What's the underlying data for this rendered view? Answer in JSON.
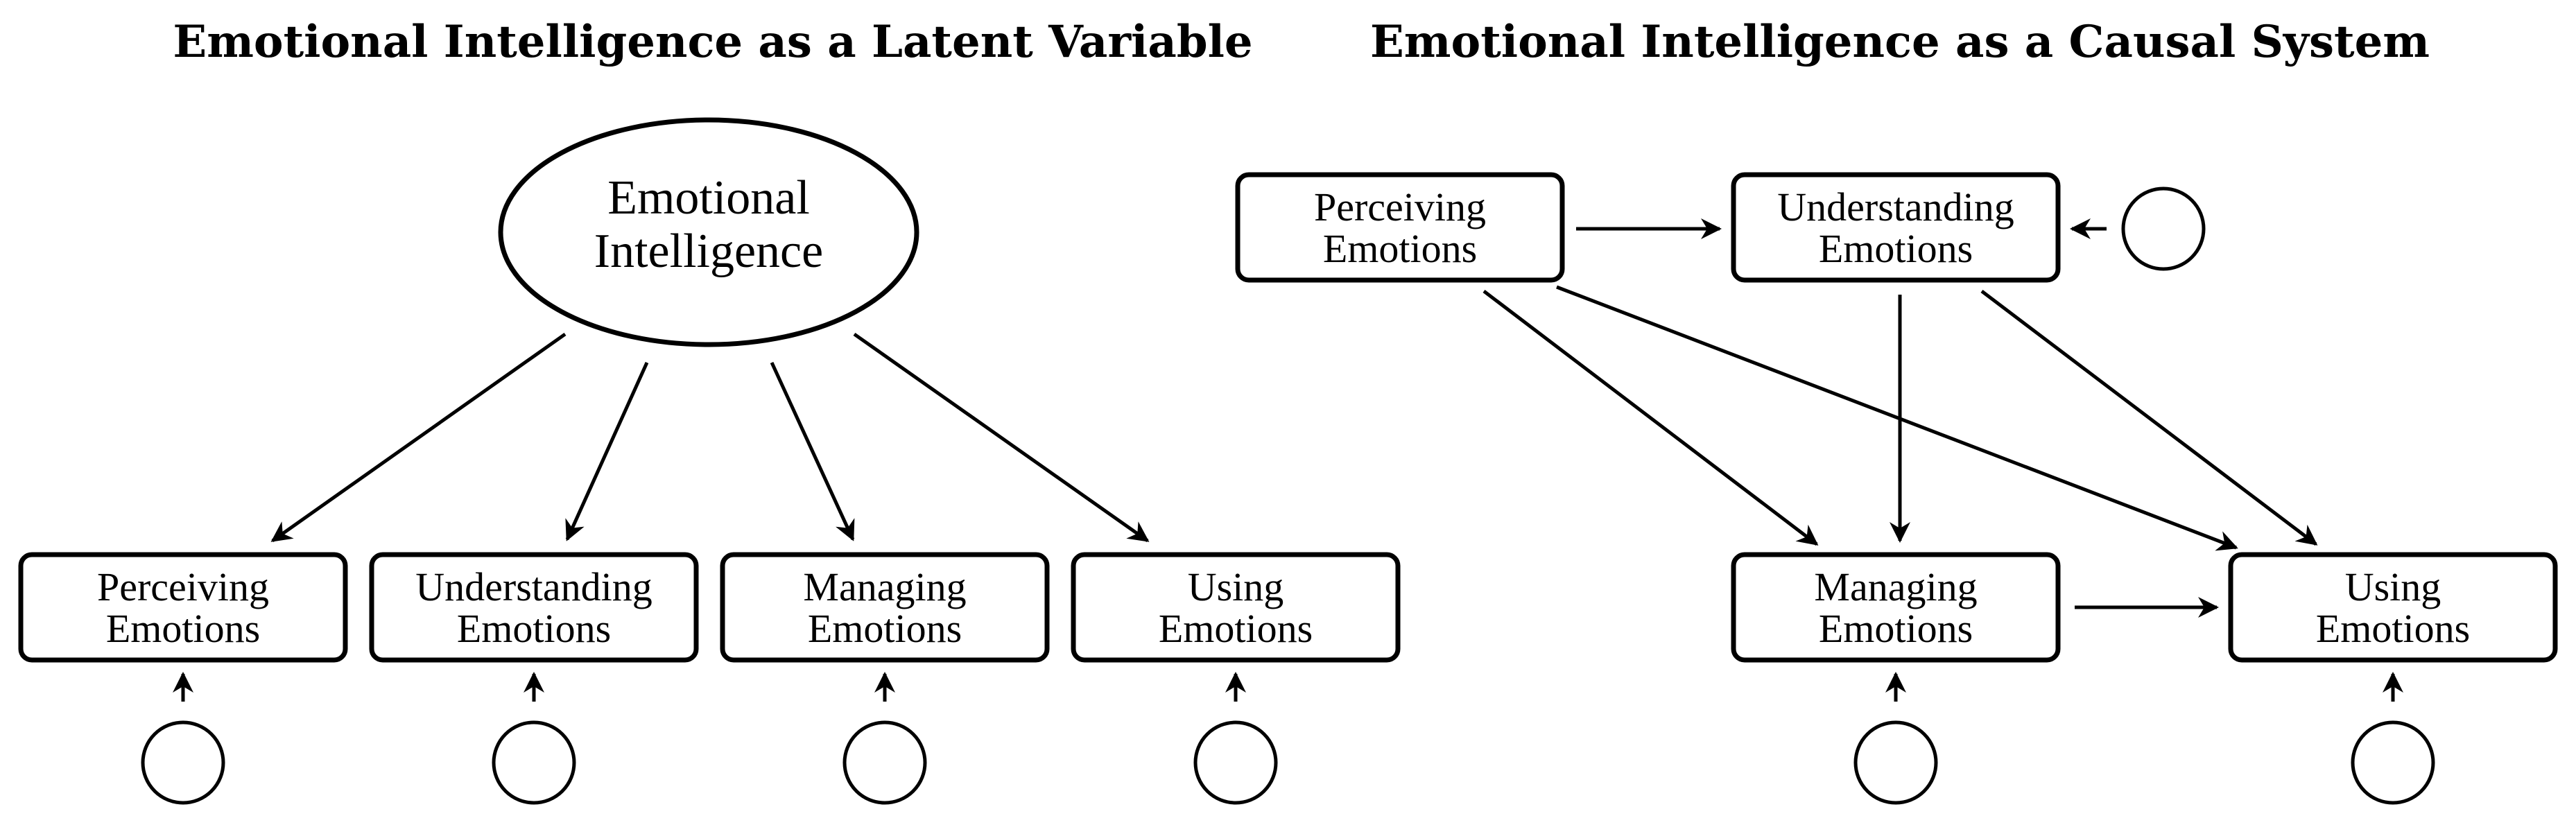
{
  "latent_panel": {
    "title": "Emotional Intelligence as a Latent Variable",
    "latent_line1": "Emotional",
    "latent_line2": "Intelligence",
    "indicators": [
      {
        "line1": "Perceiving",
        "line2": "Emotions"
      },
      {
        "line1": "Understanding",
        "line2": "Emotions"
      },
      {
        "line1": "Managing",
        "line2": "Emotions"
      },
      {
        "line1": "Using",
        "line2": "Emotions"
      }
    ]
  },
  "causal_panel": {
    "title": "Emotional Intelligence as a Causal System",
    "nodes": {
      "perceiving": {
        "line1": "Perceiving",
        "line2": "Emotions"
      },
      "understanding": {
        "line1": "Understanding",
        "line2": "Emotions"
      },
      "managing": {
        "line1": "Managing",
        "line2": "Emotions"
      },
      "using": {
        "line1": "Using",
        "line2": "Emotions"
      }
    },
    "edges": [
      {
        "from": "perceiving",
        "to": "understanding"
      },
      {
        "from": "perceiving",
        "to": "managing"
      },
      {
        "from": "perceiving",
        "to": "using"
      },
      {
        "from": "understanding",
        "to": "managing"
      },
      {
        "from": "understanding",
        "to": "using"
      },
      {
        "from": "managing",
        "to": "using"
      }
    ],
    "error_terms_on": [
      "understanding",
      "managing",
      "using"
    ]
  }
}
